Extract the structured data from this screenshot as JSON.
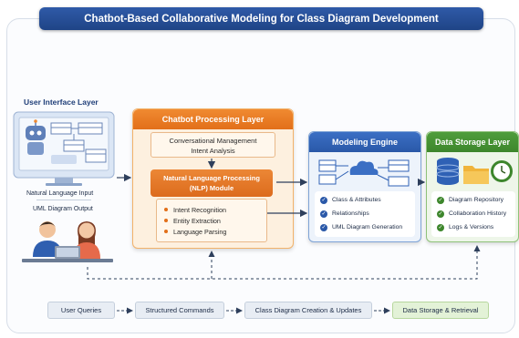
{
  "title": "Chatbot-Based Collaborative Modeling for Class Diagram Development",
  "ui_layer": {
    "title": "User Interface Layer",
    "input_caption": "Natural Language Input",
    "output_caption": "UML Diagram Output"
  },
  "chatbot_layer": {
    "title": "Chatbot Processing Layer",
    "conv_line1": "Conversational Management",
    "conv_line2": "Intent Analysis",
    "nlp_line1": "Natural Language Processing",
    "nlp_line2": "(NLP) Module",
    "nlp_items": [
      "Intent Recognition",
      "Entity Extraction",
      "Language Parsing"
    ]
  },
  "modeling_engine": {
    "title": "Modeling Engine",
    "items": [
      "Class & Attributes",
      "Relationships",
      "UML Diagram Generation"
    ]
  },
  "data_storage": {
    "title": "Data Storage Layer",
    "items": [
      "Diagram Repository",
      "Collaboration History",
      "Logs & Versions"
    ]
  },
  "flow": [
    "User Queries",
    "Structured Commands",
    "Class Diagram Creation & Updates",
    "Data Storage & Retrieval"
  ],
  "colors": {
    "title_bar": "#2a4f96",
    "chatbot": "#e8781f",
    "modeling": "#2f61b5",
    "storage": "#46923a",
    "arrows": "#2e3f5c"
  }
}
